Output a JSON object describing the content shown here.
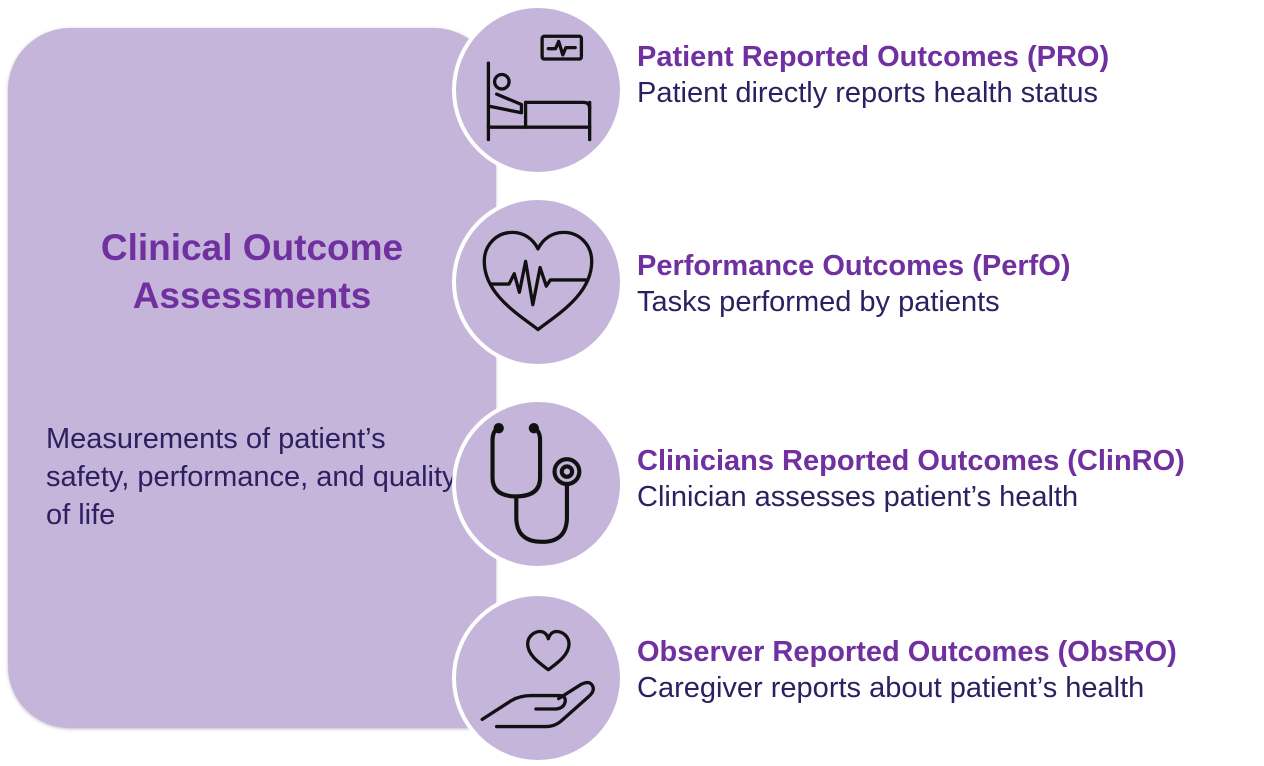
{
  "main": {
    "title": "Clinical Outcome Assessments",
    "description": "Measurements of patient’s safety, performance, and quality of life"
  },
  "outcomes": [
    {
      "title": "Patient Reported Outcomes (PRO)",
      "description": "Patient directly reports health status",
      "icon": "patient-bed-monitor-icon"
    },
    {
      "title": "Performance Outcomes (PerfO)",
      "description": "Tasks performed by patients",
      "icon": "heart-pulse-icon"
    },
    {
      "title": "Clinicians Reported Outcomes (ClinRO)",
      "description": "Clinician assesses patient’s health",
      "icon": "stethoscope-icon"
    },
    {
      "title": "Observer Reported Outcomes (ObsRO)",
      "description": "Caregiver reports about patient’s health",
      "icon": "heart-hand-icon"
    }
  ],
  "colors": {
    "panel": "#c5b5da",
    "title": "#7030a0",
    "text": "#2e2060",
    "icon": "#111111"
  }
}
